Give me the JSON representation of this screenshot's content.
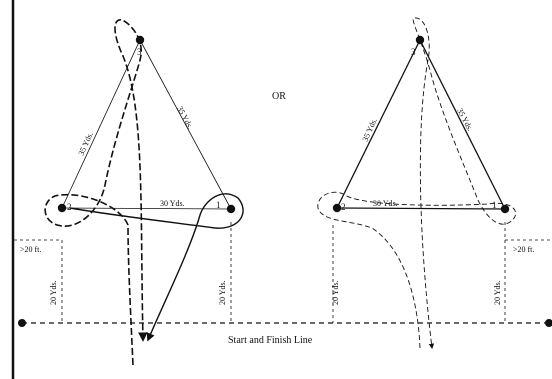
{
  "diagram": {
    "separator_text": "OR",
    "start_finish_label": "Start and Finish Line",
    "left_pattern": {
      "barrel_labels": [
        "1",
        "2",
        "3"
      ],
      "leg_1_3": "35 Yds.",
      "leg_2_3": "35 Yds.",
      "leg_1_2": "30 Yds.",
      "fence_gap": ">20 ft.",
      "start_to_barrel_left": "20 Yds.",
      "start_to_barrel_right": "20 Yds."
    },
    "right_pattern": {
      "barrel_labels": [
        "1",
        "2",
        "3"
      ],
      "leg_2_3": "35 Yds.",
      "leg_1_3": "35 Yds.",
      "leg_1_2": "30 Yds.",
      "fence_gap": ">20 ft.",
      "start_to_barrel_left": "20 Yds.",
      "start_to_barrel_right": "20 Yds."
    },
    "colors": {
      "ink": "#111111",
      "background": "#ffffff"
    }
  }
}
